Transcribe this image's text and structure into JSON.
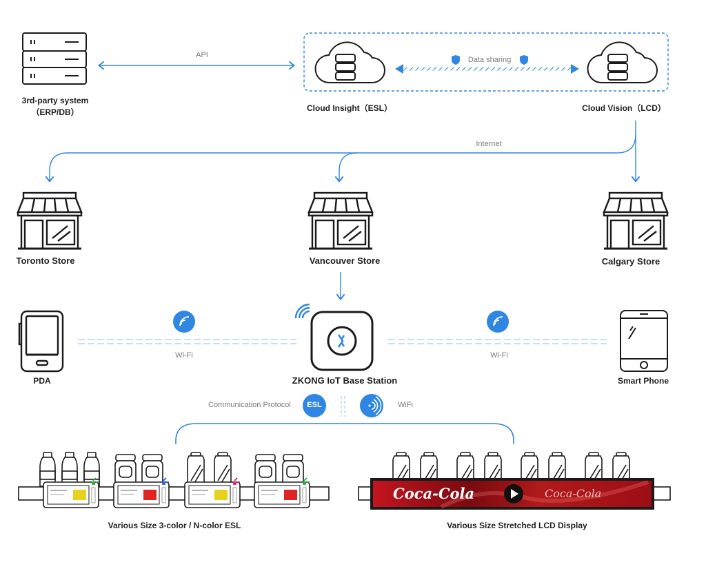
{
  "third_party": {
    "title": "3rd-party system",
    "subtitle": "（ERP/DB）"
  },
  "links": {
    "api": "API",
    "data_sharing": "Data sharing",
    "internet": "Internet"
  },
  "cloud_insight": "Cloud Insight（ESL）",
  "cloud_vision": "Cloud Vision（LCD）",
  "stores": {
    "toronto": "Toronto Store",
    "vancouver": "Vancouver Store",
    "calgary": "Calgary Store"
  },
  "base_station": "ZKONG IoT Base Station",
  "devices": {
    "pda": "PDA",
    "smartphone": "Smart Phone",
    "wifi_left": "Wi-Fi",
    "wifi_right": "Wi-Fi"
  },
  "protocol": {
    "label": "Communication Protocol",
    "esl_badge": "ESL",
    "wifi": "WiFi"
  },
  "shelves": {
    "esl": "Various Size 3-color / N-color ESL",
    "lcd": "Various Size Stretched LCD Display"
  },
  "lcd_brand": {
    "left": "Coca-Cola",
    "right": "Coca-Cola"
  },
  "colors": {
    "accent": "#2f86e3",
    "line": "#1a1a1a",
    "esl_yellow": "#e6d21c",
    "esl_red": "#e02424",
    "lcd_red": "#b0121b"
  },
  "icons": [
    "server-icon",
    "cloud-server-icon",
    "shield-icon",
    "store-icon",
    "router-icon",
    "wifi-icon",
    "pda-icon",
    "smartphone-icon",
    "bottle-icon",
    "jar-icon",
    "can-icon",
    "play-icon"
  ]
}
